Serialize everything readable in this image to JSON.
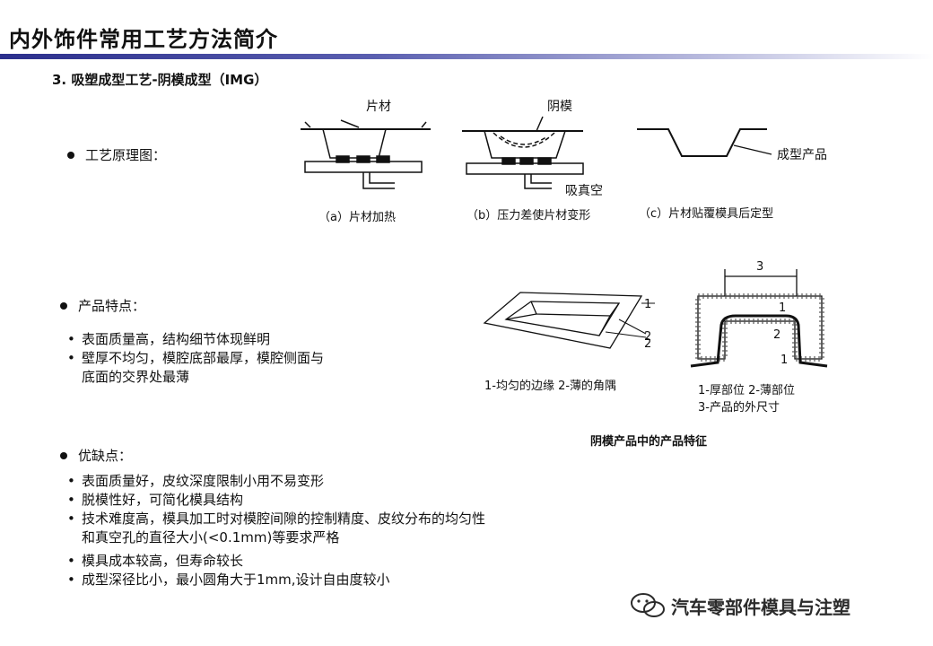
{
  "slide": {
    "title": "内外饰件常用工艺方法简介"
  },
  "section": {
    "title": "3. 吸塑成型工艺-阴模成型（IMG）"
  },
  "principle": {
    "heading": "工艺原理图：",
    "labels": {
      "sheet": "片材",
      "female_mold": "阴模",
      "vacuum": "吸真空",
      "product": "成型产品"
    },
    "captions": [
      "（a）片材加热",
      "（b）压力差使片材变形",
      "（c）片材贴覆模具后定型"
    ]
  },
  "features": {
    "heading": "产品特点：",
    "items": [
      "表面质量高，结构细节体现鲜明",
      "壁厚不均匀，模腔底部最厚，模腔侧面与",
      "底面的交界处最薄"
    ],
    "figure": {
      "numbers": [
        "1",
        "2",
        "2",
        "3",
        "1",
        "2",
        "1"
      ],
      "caption_left": "1-均匀的边缘 2-薄的角隅",
      "caption_right_1": "1-厚部位 2-薄部位",
      "caption_right_2": "3-产品的外尺寸",
      "title": "阴模产品中的产品特征"
    }
  },
  "pros_cons": {
    "heading": "优缺点：",
    "items": [
      "表面质量好，皮纹深度限制小用不易变形",
      "脱模性好，可简化模具结构",
      "技术难度高，模具加工时对模腔间隙的控制精度、皮纹分布的均匀性",
      "和真空孔的直径大小(<0.1mm)等要求严格",
      "模具成本较高，但寿命较长",
      "成型深径比小，最小圆角大于1mm,设计自由度较小"
    ]
  },
  "watermark": {
    "text": "汽车零部件模具与注塑"
  }
}
